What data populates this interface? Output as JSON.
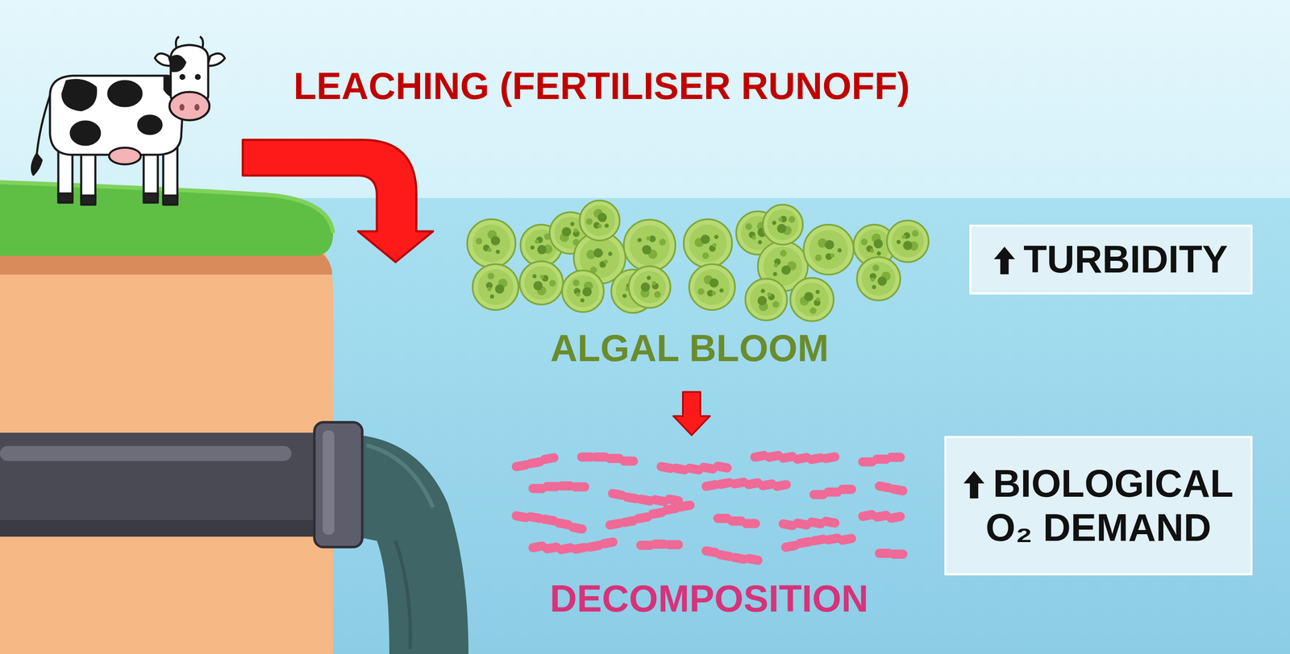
{
  "diagram": {
    "nodes": [
      {
        "text": [
          "TURBIDITY"
        ]
      },
      {
        "text": [
          "BIOLOGICAL O₂ DEMAND"
        ]
      }
    ],
    "labels": [
      "LEACHING (FERTILISER RUNOFF)",
      "ALGAL BLOOM",
      "DECOMPOSITION"
    ]
  }
}
